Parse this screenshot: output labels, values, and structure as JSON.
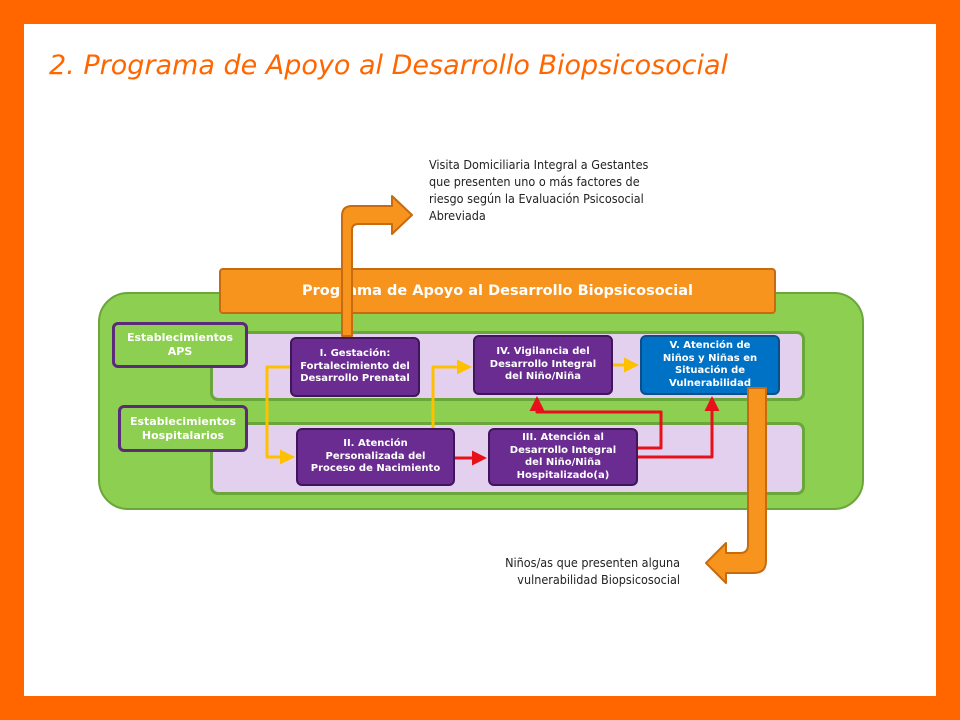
{
  "title": "2. Programa de Apoyo al Desarrollo Biopsicosocial",
  "annotations": {
    "top": "Visita Domiciliaria Integral a Gestantes\nque presenten uno o más factores de\nriesgo según la Evaluación Psicosocial\nAbreviada",
    "bottom": "Niños/as que presenten alguna\nvulnerabilidad Biopsicosocial"
  },
  "program_banner": "Programa de Apoyo  al Desarrollo Biopsicosocial",
  "establishments": {
    "aps": "Establecimientos\nAPS",
    "hospital": "Establecimientos\nHospitalarios"
  },
  "steps": {
    "step1": "I. Gestación:\nFortalecimiento del\nDesarrollo Prenatal",
    "step2": "II. Atención\nPersonalizada del\nProceso de Nacimiento",
    "step3": "III. Atención al\nDesarrollo Integral\ndel Niño/Niña\nHospitalizado(a)",
    "step4": "IV. Vigilancia del\nDesarrollo Integral\ndel Niño/Niña",
    "step5": "V. Atención de\nNiños y Niñas en\nSituación de\nVulnerabilidad"
  },
  "colors": {
    "frame": "#ff6600",
    "panel_green": "#8dcf50",
    "lane_lavender": "#e3d0ee",
    "step_purple": "#6a2c90",
    "step_blue": "#0072c6",
    "banner_orange": "#f7941d",
    "connector_yellow": "#ffc000",
    "connector_red": "#e8101a"
  }
}
